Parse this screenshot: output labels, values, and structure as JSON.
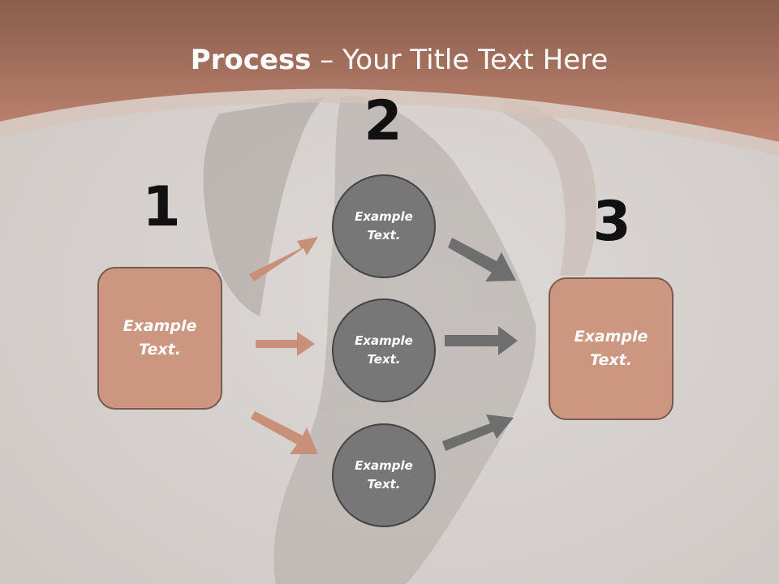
{
  "title": {
    "bold": "Process",
    "rest": " – Your Title Text Here"
  },
  "steps": {
    "one": "1",
    "two": "2",
    "three": "3"
  },
  "box_left": {
    "line1": "Example",
    "line2": "Text."
  },
  "box_right": {
    "line1": "Example",
    "line2": "Text."
  },
  "circles": [
    {
      "line1": "Example",
      "line2": "Text."
    },
    {
      "line1": "Example",
      "line2": "Text."
    },
    {
      "line1": "Example",
      "line2": "Text."
    }
  ],
  "colors": {
    "header": "#b7806a",
    "box_fill": "#cc9680",
    "circle_fill": "#777777",
    "arrow_in": "#c99079",
    "arrow_out": "#6e6e6e"
  }
}
